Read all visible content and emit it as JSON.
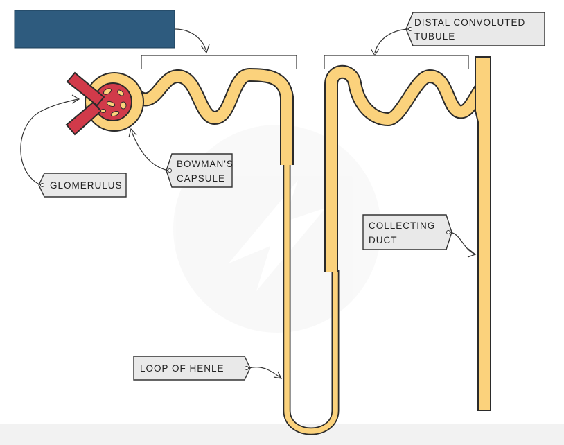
{
  "labels": {
    "hidden": "",
    "dct_line1": "DISTAL  CONVOLUTED",
    "dct_line2": "TUBULE",
    "bowman_line1": "BOWMAN'S",
    "bowman_line2": "CAPSULE",
    "glomerulus": "GLOMERULUS",
    "collecting_line1": "COLLECTING",
    "collecting_line2": "DUCT",
    "loop": "LOOP  OF  HENLE"
  },
  "colors": {
    "tubule_fill": "#fbd27c",
    "outline": "#2b2b2b",
    "glomerulus": "#d13a4a",
    "hidden_label": "#2e5b7e",
    "label_bg": "#e9e9e9"
  }
}
